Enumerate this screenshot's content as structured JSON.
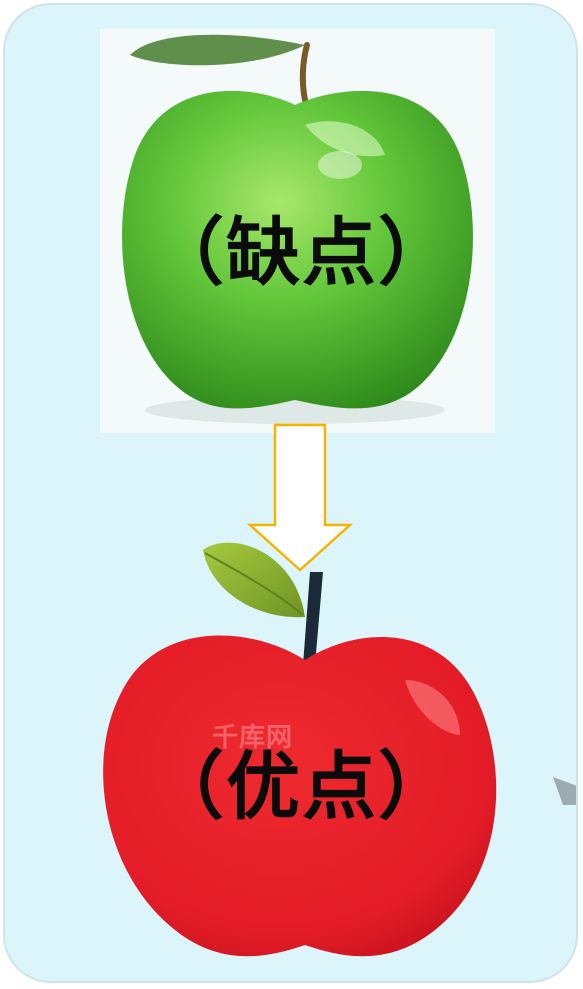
{
  "slide": {
    "top_label": "（缺点）",
    "bottom_label": "（优点）",
    "watermark": "千库网"
  },
  "colors": {
    "card_background": "#dcf5fb",
    "green_apple": "#5cc437",
    "red_apple": "#e8202a",
    "arrow_outline": "#f5b400",
    "leaf": "#8db330",
    "stem": "#1a2a38"
  },
  "icons": {
    "green_apple": "green-apple-icon",
    "red_apple": "red-apple-icon",
    "arrow": "down-arrow-icon"
  }
}
